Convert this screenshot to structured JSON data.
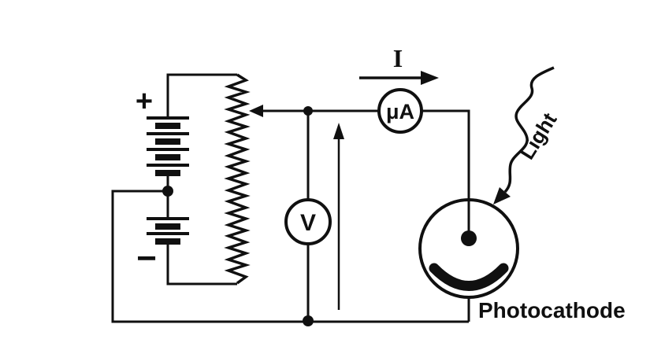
{
  "figure": {
    "background": "#ffffff",
    "ink_color": "#101010",
    "labels": {
      "battery_plus": "+",
      "battery_minus": "−",
      "current_arrow": "I",
      "microammeter": "μA",
      "voltmeter": "V",
      "light": "Light",
      "photocathode": "Photocathode"
    },
    "components": [
      "battery",
      "rheostat",
      "microammeter",
      "voltmeter",
      "phototube",
      "light-ray"
    ]
  }
}
